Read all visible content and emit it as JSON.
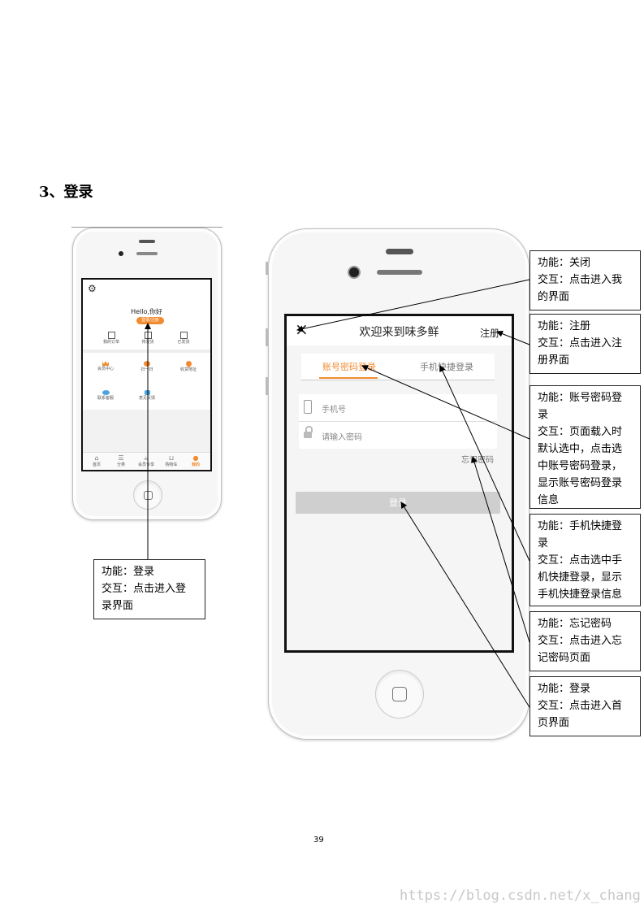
{
  "heading": "3、登录",
  "page_number": "39",
  "watermark": "https://blog.csdn.net/x_chang",
  "small_phone": {
    "greeting": "Hello,你好",
    "login_button": "登录/注册",
    "order_row": [
      "我的订单",
      "待发货",
      "已发货"
    ],
    "grid_row1": [
      "会员中心",
      "扫一扫",
      "收货地址"
    ],
    "grid_row2": [
      "联系客服",
      "意见反馈"
    ],
    "tabbar": [
      "首页",
      "分类",
      "会员专享",
      "购物车",
      "我的"
    ],
    "colors": {
      "accent": "#f28b30",
      "blue": "#4aa3e0"
    }
  },
  "login_screen": {
    "title": "欢迎来到味多鲜",
    "close_icon": "×",
    "register_label": "注册",
    "tabs": [
      "账号密码登录",
      "手机快捷登录"
    ],
    "phone_placeholder": "手机号",
    "password_placeholder": "请输入密码",
    "forgot_password": "忘记密码",
    "login_button": "登录"
  },
  "callouts": {
    "small_login": [
      "功能：登录",
      "交互：点击进入登",
      "录界面"
    ],
    "close": [
      "功能：关闭",
      "交互：点击进入我",
      "的界面"
    ],
    "register": [
      "功能：注册",
      "交互：点击进入注",
      "册界面"
    ],
    "account_login": [
      "功能：账号密码登",
      "录",
      "交互：页面载入时",
      "默认选中，点击选",
      "中账号密码登录，",
      "显示账号密码登录",
      "信息"
    ],
    "phone_login": [
      "功能：手机快捷登",
      "录",
      "交互：点击选中手",
      "机快捷登录，显示",
      "手机快捷登录信息"
    ],
    "forgot": [
      "功能：忘记密码",
      "交互：点击进入忘",
      "记密码页面"
    ],
    "login": [
      "功能：登录",
      "交互：点击进入首",
      "页界面"
    ]
  }
}
